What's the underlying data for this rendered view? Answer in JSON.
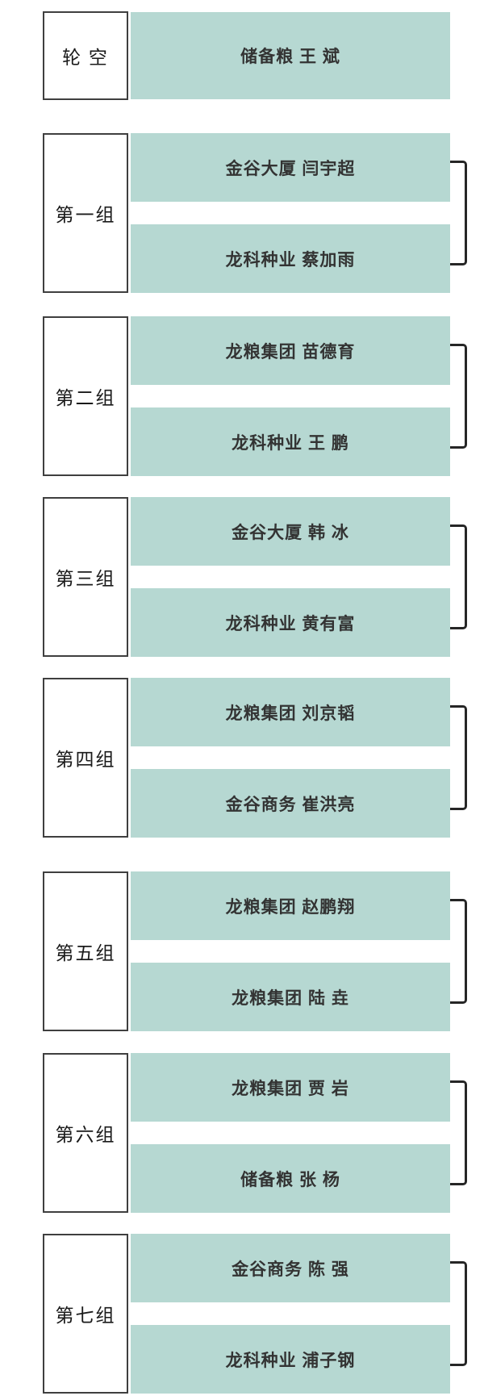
{
  "bye": {
    "label": "轮 空",
    "entry": "储备粮 王 斌"
  },
  "groups": [
    {
      "label": "第一组",
      "top_entry": "金谷大厦 闫宇超",
      "bottom_entry": "龙科种业 蔡加雨"
    },
    {
      "label": "第二组",
      "top_entry": "龙粮集团 苗德育",
      "bottom_entry": "龙科种业 王 鹏"
    },
    {
      "label": "第三组",
      "top_entry": "金谷大厦 韩 冰",
      "bottom_entry": "龙科种业 黄有富"
    },
    {
      "label": "第四组",
      "top_entry": "龙粮集团 刘京韬",
      "bottom_entry": "金谷商务 崔洪亮"
    },
    {
      "label": "第五组",
      "top_entry": "龙粮集团 赵鹏翔",
      "bottom_entry": "龙粮集团 陆 垚"
    },
    {
      "label": "第六组",
      "top_entry": "龙粮集团 贾 岩",
      "bottom_entry": "储备粮 张 杨"
    },
    {
      "label": "第七组",
      "top_entry": "金谷商务 陈 强",
      "bottom_entry": "龙科种业 浦子钢"
    }
  ],
  "colors": {
    "bar_fill": "#b6d8d2",
    "box_border": "#3f3f3f",
    "bracket": "#262626",
    "bar_text": "#333333",
    "label_text": "#1a1a1a",
    "page_bg": "#ffffff"
  }
}
